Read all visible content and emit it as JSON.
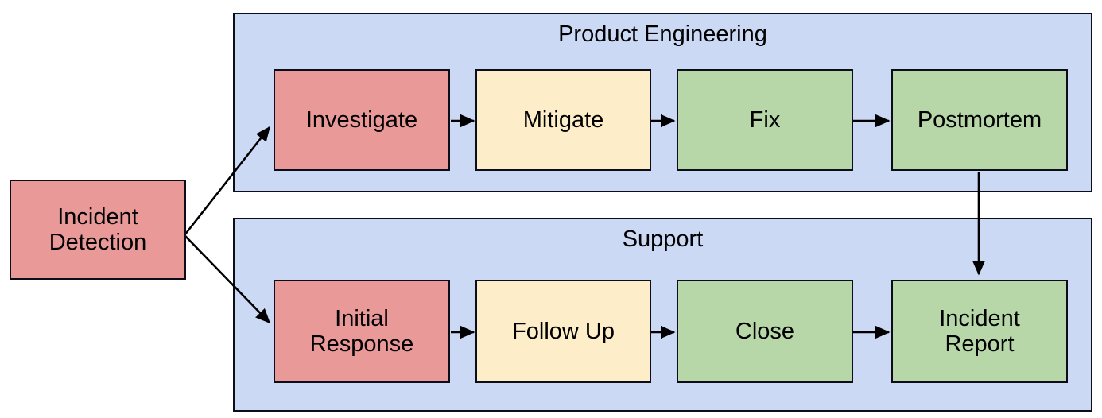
{
  "diagram": {
    "title_text": "",
    "background": "#ffffff",
    "colors": {
      "lane_fill": "#ccd9f5",
      "stroke": "#0d0d1a",
      "red_fill": "#ea9999",
      "yellow_fill": "#fdeec9",
      "green_fill": "#b7d7a8",
      "text": "#000000"
    },
    "lanes": [
      {
        "label": "Product Engineering"
      },
      {
        "label": "Support"
      }
    ],
    "nodes": {
      "incident_detection": {
        "label": "Incident\nDetection",
        "fill": "red"
      },
      "investigate": {
        "label": "Investigate",
        "fill": "red"
      },
      "mitigate": {
        "label": "Mitigate",
        "fill": "yellow"
      },
      "fix": {
        "label": "Fix",
        "fill": "green"
      },
      "postmortem": {
        "label": "Postmortem",
        "fill": "green"
      },
      "initial_response": {
        "label": "Initial\nResponse",
        "fill": "red"
      },
      "follow_up": {
        "label": "Follow Up",
        "fill": "yellow"
      },
      "close": {
        "label": "Close",
        "fill": "green"
      },
      "incident_report": {
        "label": "Incident\nReport",
        "fill": "green"
      }
    },
    "edges": [
      {
        "from": "incident_detection",
        "to": "investigate",
        "label": ""
      },
      {
        "from": "incident_detection",
        "to": "initial_response",
        "label": ""
      },
      {
        "from": "investigate",
        "to": "mitigate",
        "label": ""
      },
      {
        "from": "mitigate",
        "to": "fix",
        "label": ""
      },
      {
        "from": "fix",
        "to": "postmortem",
        "label": ""
      },
      {
        "from": "postmortem",
        "to": "incident_report",
        "label": ""
      },
      {
        "from": "initial_response",
        "to": "follow_up",
        "label": ""
      },
      {
        "from": "follow_up",
        "to": "close",
        "label": ""
      },
      {
        "from": "close",
        "to": "incident_report",
        "label": ""
      }
    ]
  }
}
